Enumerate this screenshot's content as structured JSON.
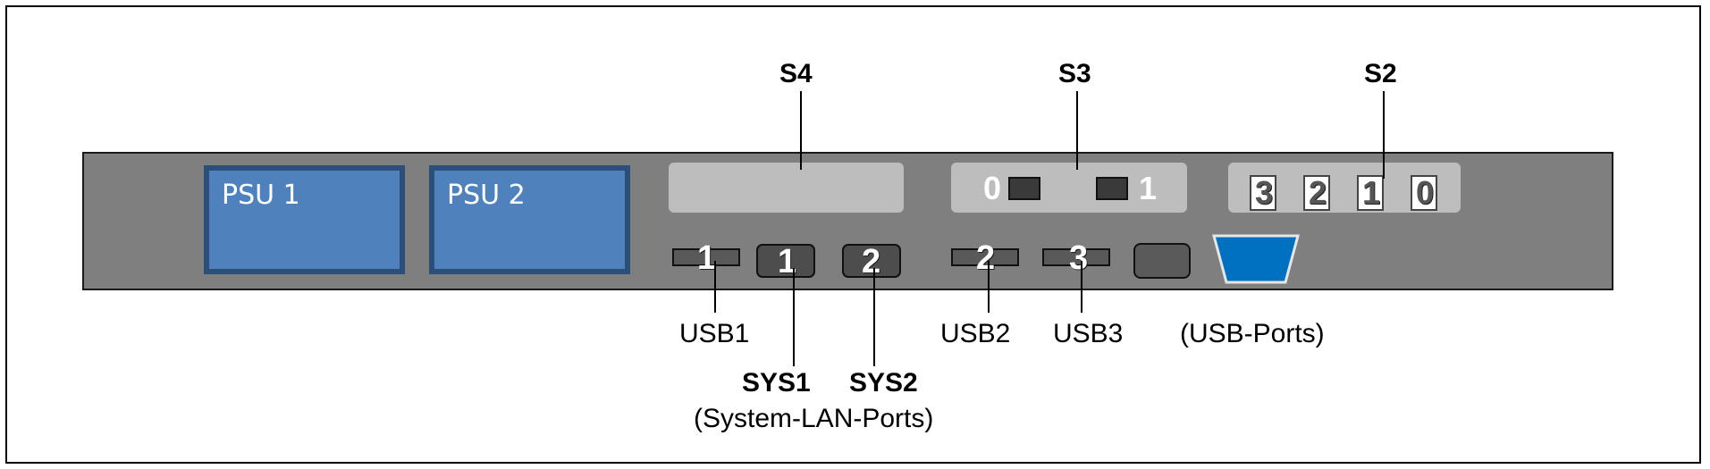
{
  "psu": [
    {
      "label": "PSU 1"
    },
    {
      "label": "PSU 2"
    }
  ],
  "switches": {
    "s4": "S4",
    "s3": "S3",
    "s2": "S2"
  },
  "s3_display": [
    "0",
    "1"
  ],
  "s2_display": [
    "3",
    "2",
    "1",
    "0"
  ],
  "ports": {
    "usb1_num": "1",
    "sys1_num": "1",
    "sys2_num": "2",
    "usb2_num": "2",
    "usb3_num": "3"
  },
  "labels": {
    "usb1": "USB1",
    "usb2": "USB2",
    "usb3": "USB3",
    "usb_ports": "(USB-Ports)",
    "sys1": "SYS1",
    "sys2": "SYS2",
    "system_lan_ports": "(System-LAN-Ports)"
  },
  "colors": {
    "chassis": "#7f7f7f",
    "psu_fill": "#4f81bd",
    "psu_border": "#2c4f79",
    "vga": "#0070c0"
  }
}
